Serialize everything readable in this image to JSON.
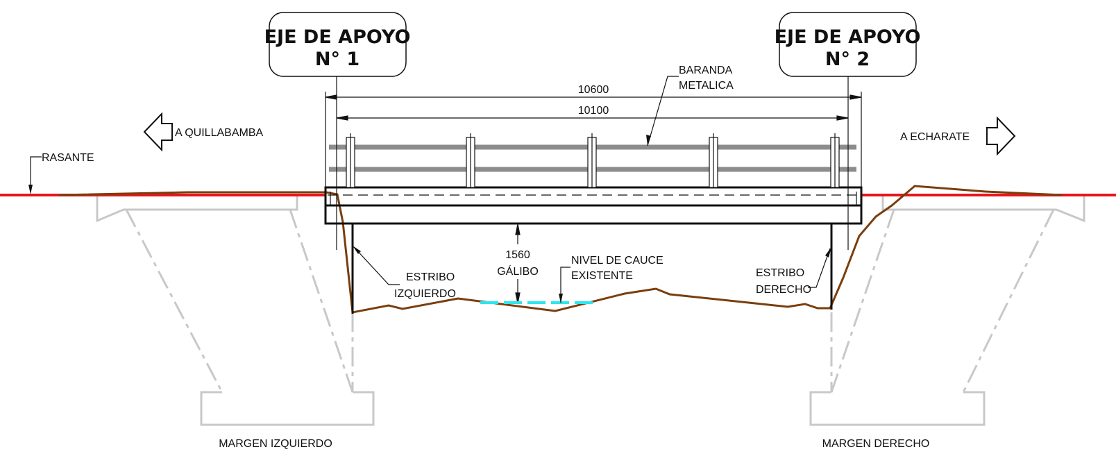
{
  "supports": [
    {
      "title_line1": "EJE DE APOYO",
      "title_line2": "N° 1"
    },
    {
      "title_line1": "EJE DE APOYO",
      "title_line2": "N° 2"
    }
  ],
  "dimensions": {
    "total_length": "10600",
    "span_length": "10100",
    "clearance_value": "1560",
    "clearance_label": "GÁLIBO"
  },
  "labels": {
    "railing_line1": "BARANDA",
    "railing_line2": "METALICA",
    "direction_left": "A QUILLABAMBA",
    "direction_right": "A ECHARATE",
    "grade_line": "RASANTE",
    "left_abutment_line1": "ESTRIBO",
    "left_abutment_line2": "IZQUIERDO",
    "right_abutment_line1": "ESTRIBO",
    "right_abutment_line2": "DERECHO",
    "riverbed_line1": "NIVEL DE CAUCE",
    "riverbed_line2": "EXISTENTE",
    "left_bank": "MARGEN IZQUIERDO",
    "right_bank": "MARGEN DERECHO"
  },
  "colors": {
    "grade_line": "#e8141c",
    "terrain": "#7a3e0c",
    "water_level": "#2ee6ee",
    "railing": "#8c8c8c",
    "foundation": "#c8c8c8",
    "structure": "#111111"
  }
}
